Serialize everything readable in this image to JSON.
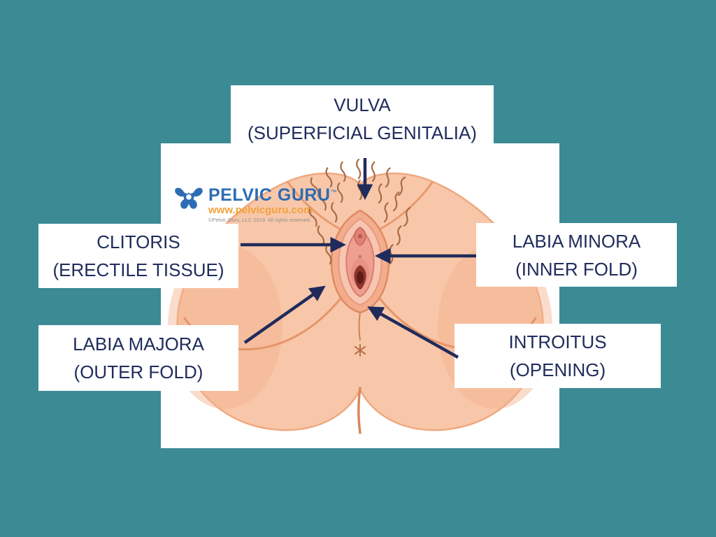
{
  "page": {
    "background_color": "#3b8a94",
    "panel_color": "#ffffff"
  },
  "logo": {
    "brand": "PELVIC GURU",
    "trademark": "™",
    "website": "www.pelvicguru.com",
    "copyright": "©Pelvic Guru, LLC 2019. All rights reserved."
  },
  "labels": {
    "vulva": {
      "title": "VULVA",
      "subtitle": "(SUPERFICIAL GENITALIA)"
    },
    "clitoris": {
      "title": "CLITORIS",
      "subtitle": "(ERECTILE TISSUE)"
    },
    "labia_minora": {
      "title": "LABIA MINORA",
      "subtitle": "(INNER FOLD)"
    },
    "labia_majora": {
      "title": "LABIA MAJORA",
      "subtitle": "(OUTER FOLD)"
    },
    "introitus": {
      "title": "INTROITUS",
      "subtitle": "(OPENING)"
    }
  },
  "colors": {
    "label_text": "#202c5c",
    "arrow": "#1f2b5b",
    "brand_blue": "#2d6cb3",
    "brand_orange": "#f0a23c",
    "skin_light": "#f8c7a9",
    "skin_shade": "#f3b28f",
    "skin_outline": "#efa87e",
    "vulva_inner_pink": "#ef9f90",
    "opening_dark": "#8c352c"
  }
}
